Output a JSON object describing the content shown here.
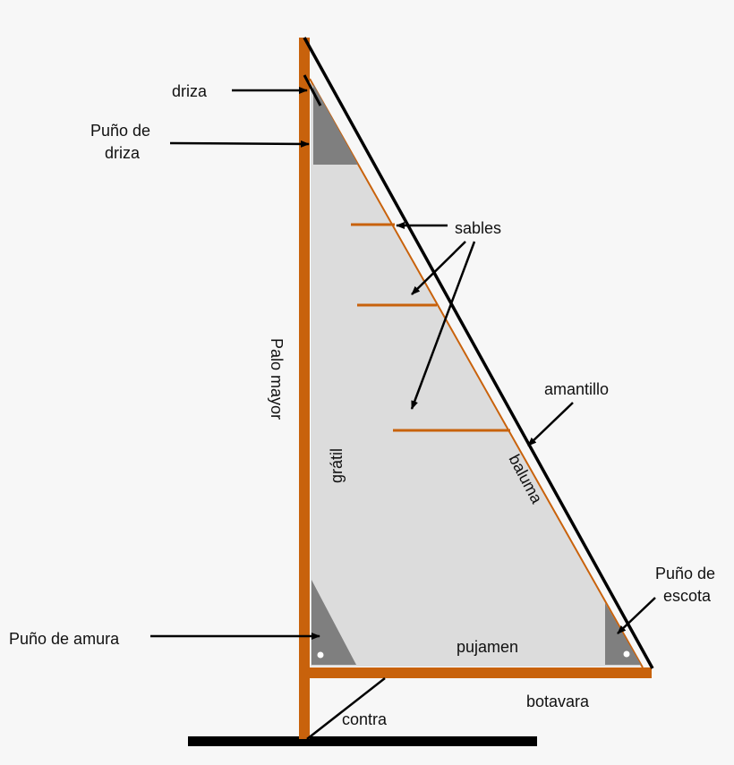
{
  "colors": {
    "background": "#f7f7f7",
    "mast_boom": "#c8620c",
    "sail_fill": "#dcdcdc",
    "reinforcement": "#7f7f7f",
    "rope_line": "#000000",
    "batten": "#c8620c"
  },
  "labels": {
    "driza": "driza",
    "puno_driza_1": "Puño de",
    "puno_driza_2": "driza",
    "sables": "sables",
    "amantillo": "amantillo",
    "palo_mayor": "Palo mayor",
    "gratil": "grátil",
    "baluma": "baluma",
    "puno_escota_1": "Puño de",
    "puno_escota_2": "escota",
    "puno_amura": "Puño de amura",
    "pujamen": "pujamen",
    "botavara": "botavara",
    "contra": "contra"
  }
}
